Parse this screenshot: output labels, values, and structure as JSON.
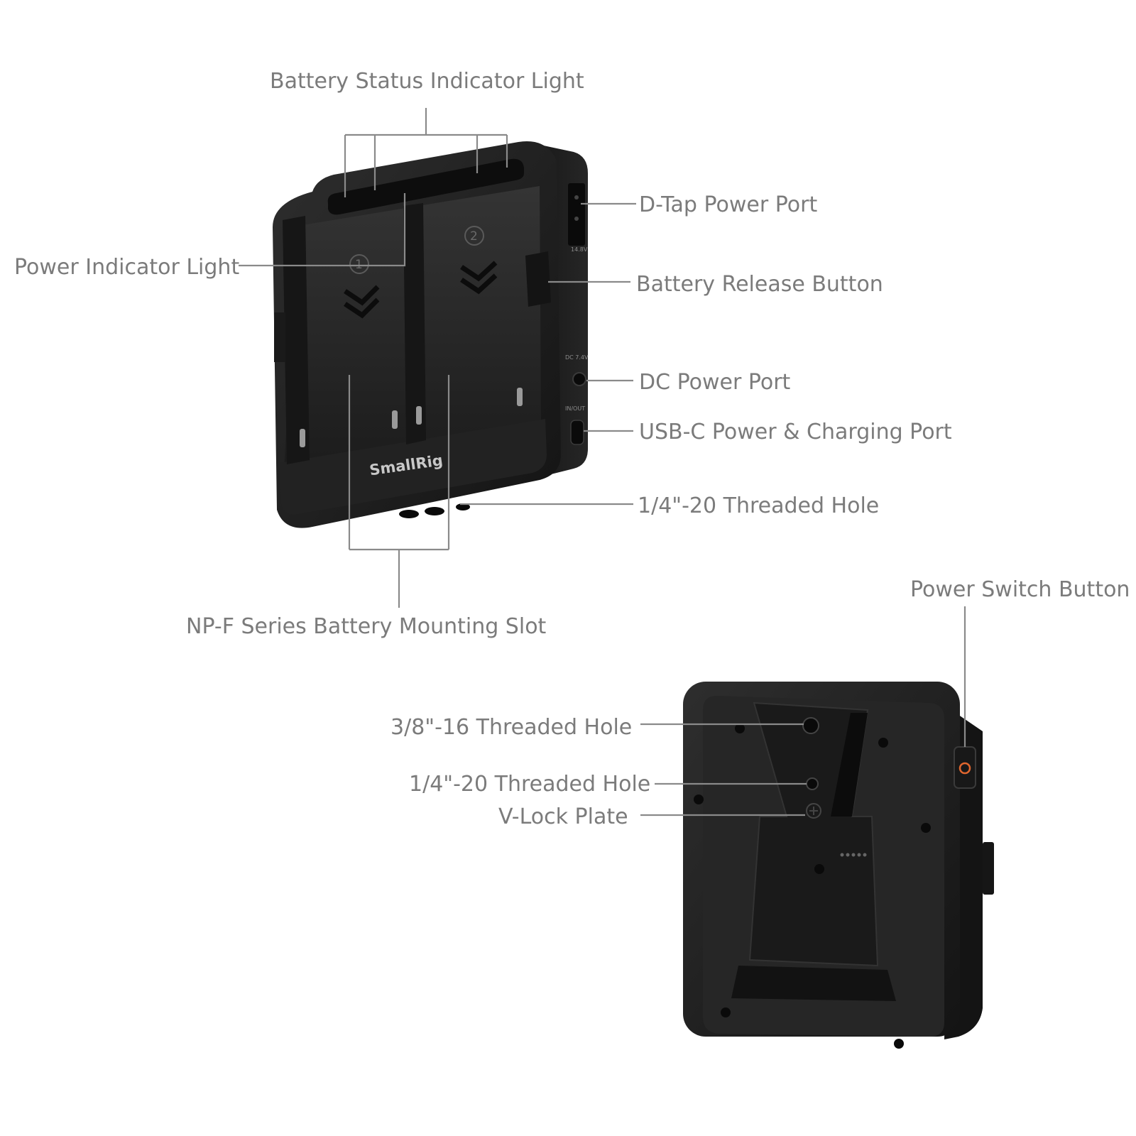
{
  "labels": {
    "battery_status_indicator": "Battery Status Indicator Light",
    "power_indicator": "Power Indicator Light",
    "dtap_port": "D-Tap Power Port",
    "battery_release": "Battery Release Button",
    "dc_port": "DC Power Port",
    "usbc_port": "USB-C Power & Charging Port",
    "front_threaded_hole": "1/4\"-20 Threaded Hole",
    "npf_slot": "NP-F Series Battery Mounting Slot",
    "power_switch": "Power Switch Button",
    "threaded_hole_38": "3/8\"-16 Threaded Hole",
    "back_threaded_hole": "1/4\"-20 Threaded Hole",
    "vlock_plate": "V-Lock Plate"
  },
  "device": {
    "brand": "SmallRig",
    "slot_1": "1",
    "slot_2": "2",
    "dtap_voltage": "14.8V",
    "dc_marking": "DC 7.4V",
    "usbc_marking": "IN/OUT"
  },
  "colors": {
    "label_text": "#7b7b7b",
    "leader_line": "#8a8a8a",
    "device_body": "#1f1f1f",
    "power_button_accent": "#e0662e"
  }
}
